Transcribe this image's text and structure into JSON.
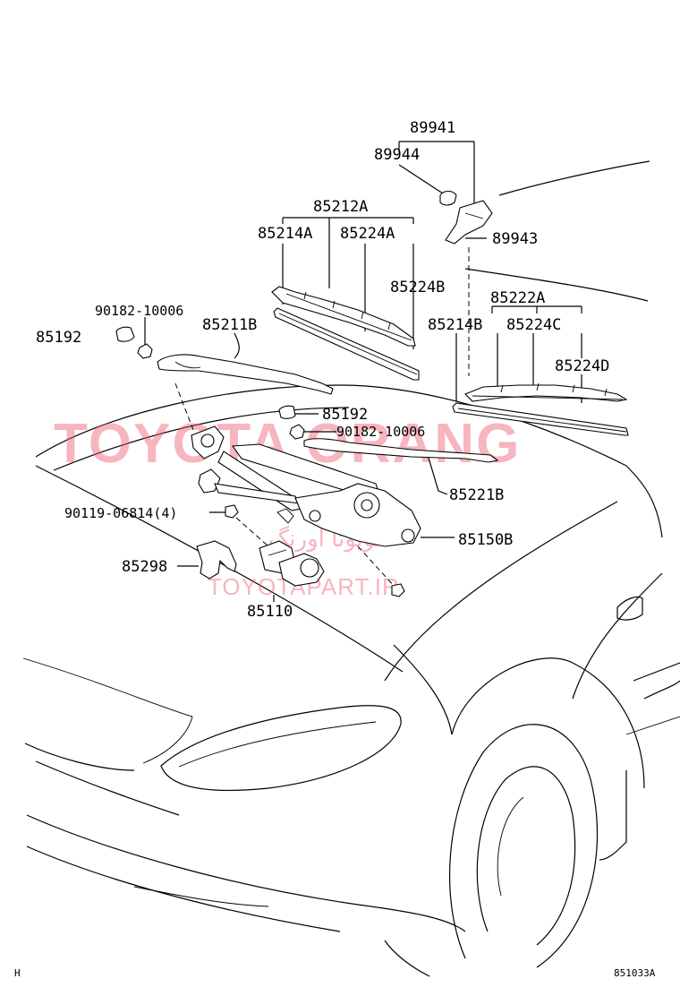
{
  "diagram": {
    "part_labels": {
      "p89941": "89941",
      "p89944": "89944",
      "p89943": "89943",
      "p85212A": "85212A",
      "p85214A": "85214A",
      "p85224A": "85224A",
      "p85224B": "85224B",
      "p85222A": "85222A",
      "p85214B": "85214B",
      "p85224C": "85224C",
      "p85224D": "85224D",
      "p90182_a": "90182-10006",
      "p85192_a": "85192",
      "p85211B": "85211B",
      "p85192_b": "85192",
      "p90182_b": "90182-10006",
      "p85221B": "85221B",
      "p90119": "90119-06814(4)",
      "p85150B": "85150B",
      "p85298": "85298",
      "p85110": "85110"
    },
    "footer_left": "H",
    "footer_right": "851033A"
  },
  "watermark": {
    "brand": "TOYOTA ORANG",
    "persian": "تویوتا اورنگ",
    "site": "TOYOTAPART.IR",
    "color": "#ee5d70"
  }
}
